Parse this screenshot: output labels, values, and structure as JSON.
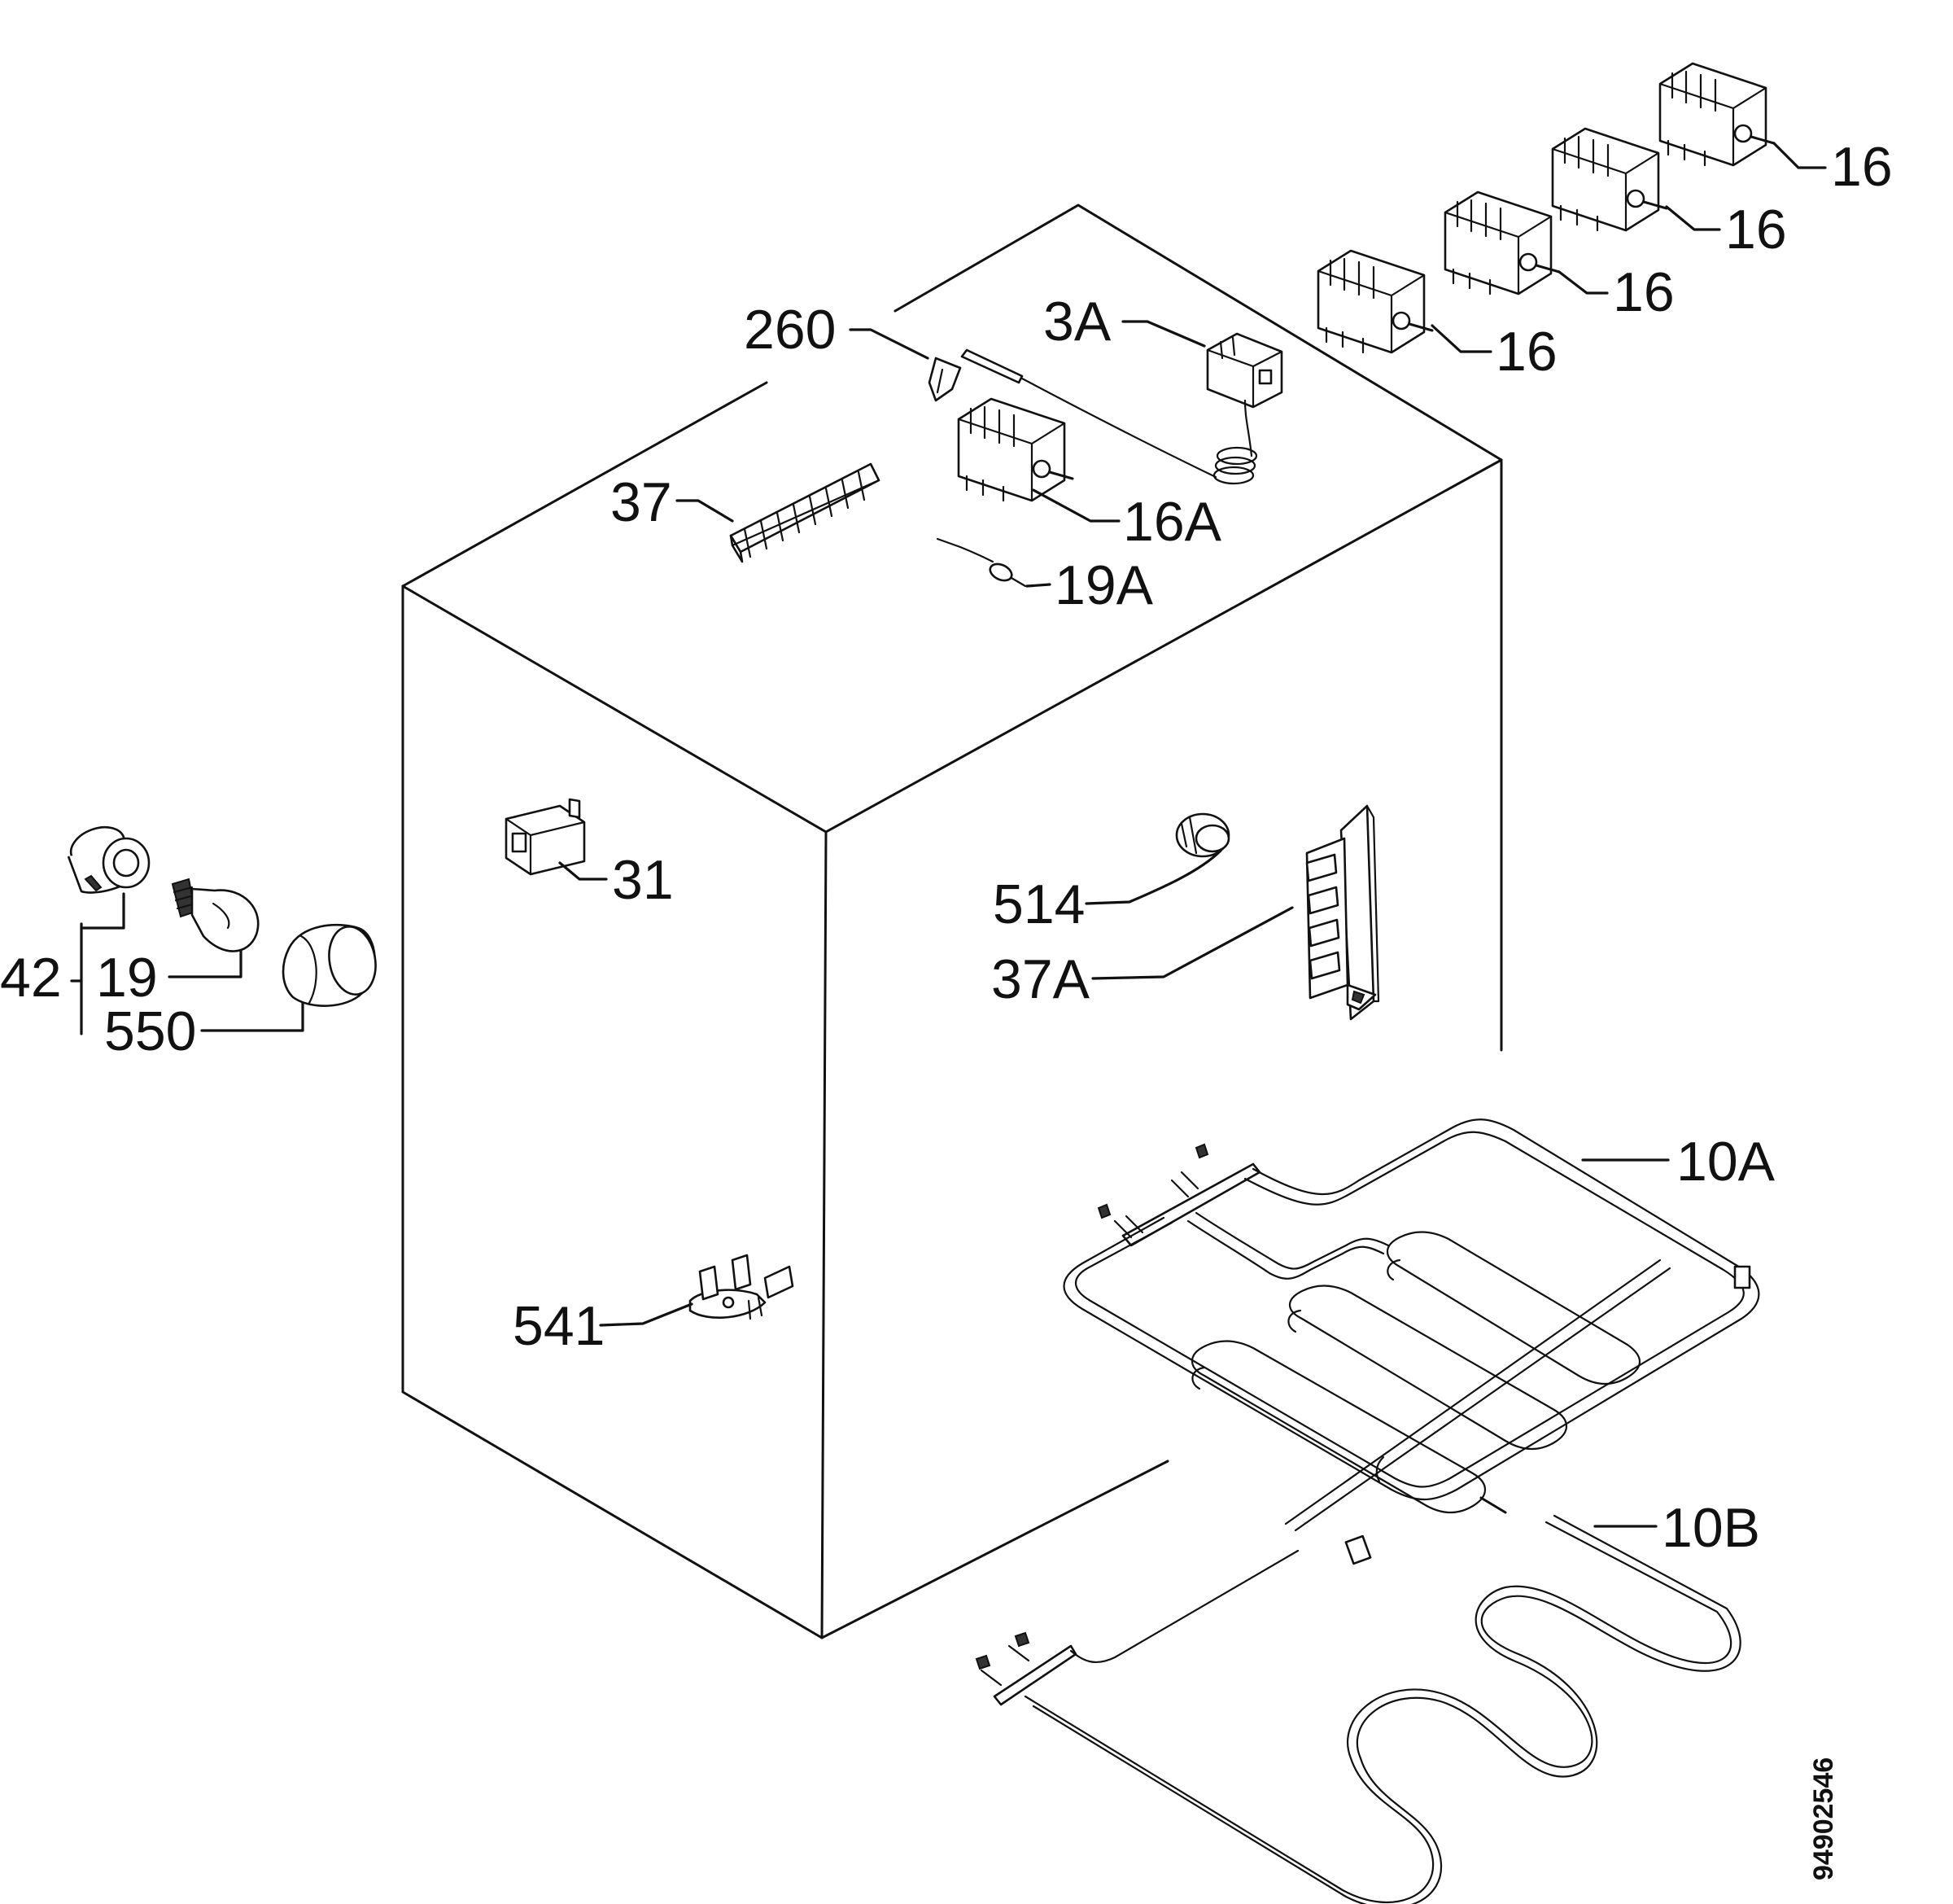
{
  "labels": {
    "p16_a": "16",
    "p16_b": "16",
    "p16_c": "16",
    "p16_d": "16",
    "p260": "260",
    "p3a": "3A",
    "p37": "37",
    "p16a": "16A",
    "p19a": "19A",
    "p31": "31",
    "p42": "42",
    "p19": "19",
    "p550": "550",
    "p514": "514",
    "p37a": "37A",
    "p10a": "10A",
    "p10b": "10B",
    "p541": "541"
  },
  "drawing_number": "94902546"
}
